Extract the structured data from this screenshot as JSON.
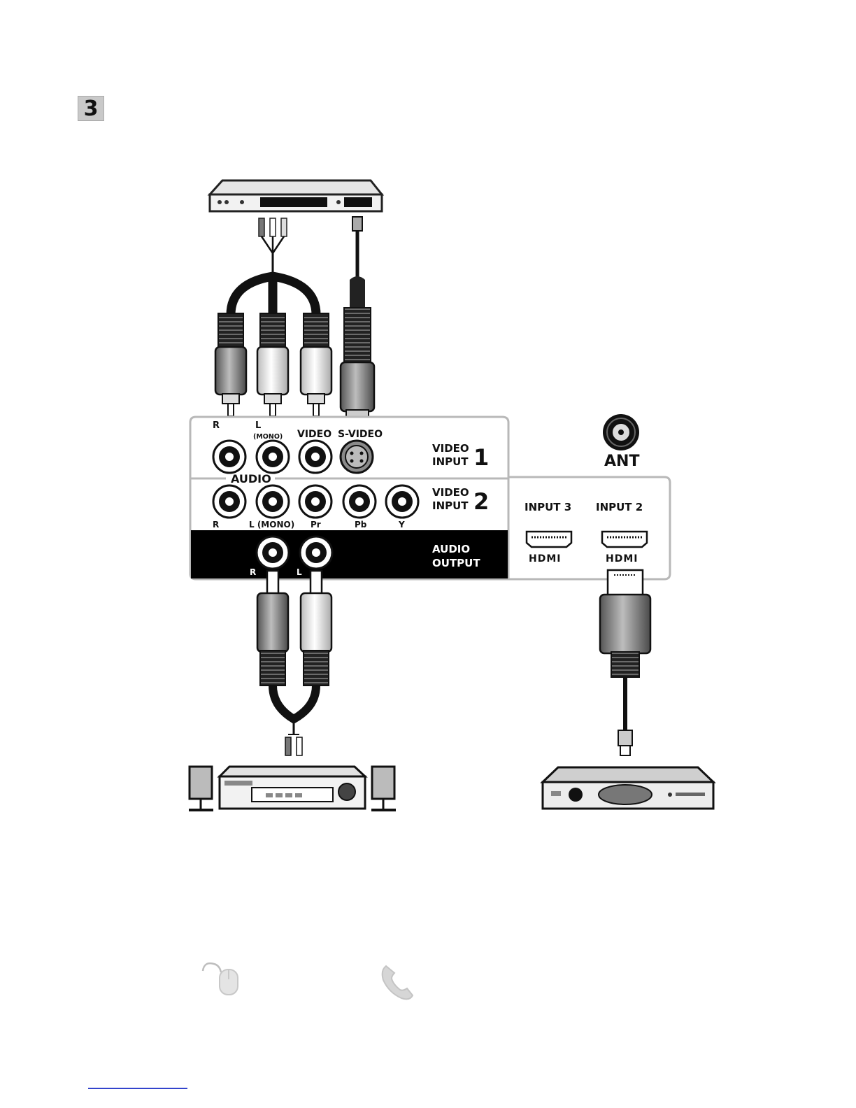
{
  "step": {
    "number": "3"
  },
  "panel": {
    "video_input_1": {
      "labels": {
        "r": "R",
        "l": "L",
        "mono": "(MONO)",
        "video": "VIDEO",
        "svideo": "S-VIDEO"
      },
      "group_line1": "VIDEO",
      "group_line2": "INPUT",
      "group_num": "1"
    },
    "audio_label": "AUDIO",
    "video_input_2": {
      "labels": {
        "r": "R",
        "l": "L (MONO)",
        "pr": "Pr",
        "pb": "Pb",
        "y": "Y"
      },
      "group_line1": "VIDEO",
      "group_line2": "INPUT",
      "group_num": "2"
    },
    "audio_output": {
      "line1": "AUDIO",
      "line2": "OUTPUT",
      "labels": {
        "r": "R",
        "l": "L"
      }
    },
    "hdmi": {
      "input3": "INPUT 3",
      "input2": "INPUT 2",
      "logo": "HDMI"
    },
    "antenna": "ANT"
  },
  "footer": {
    "icons": [
      "mouse-icon",
      "phone-icon"
    ]
  }
}
